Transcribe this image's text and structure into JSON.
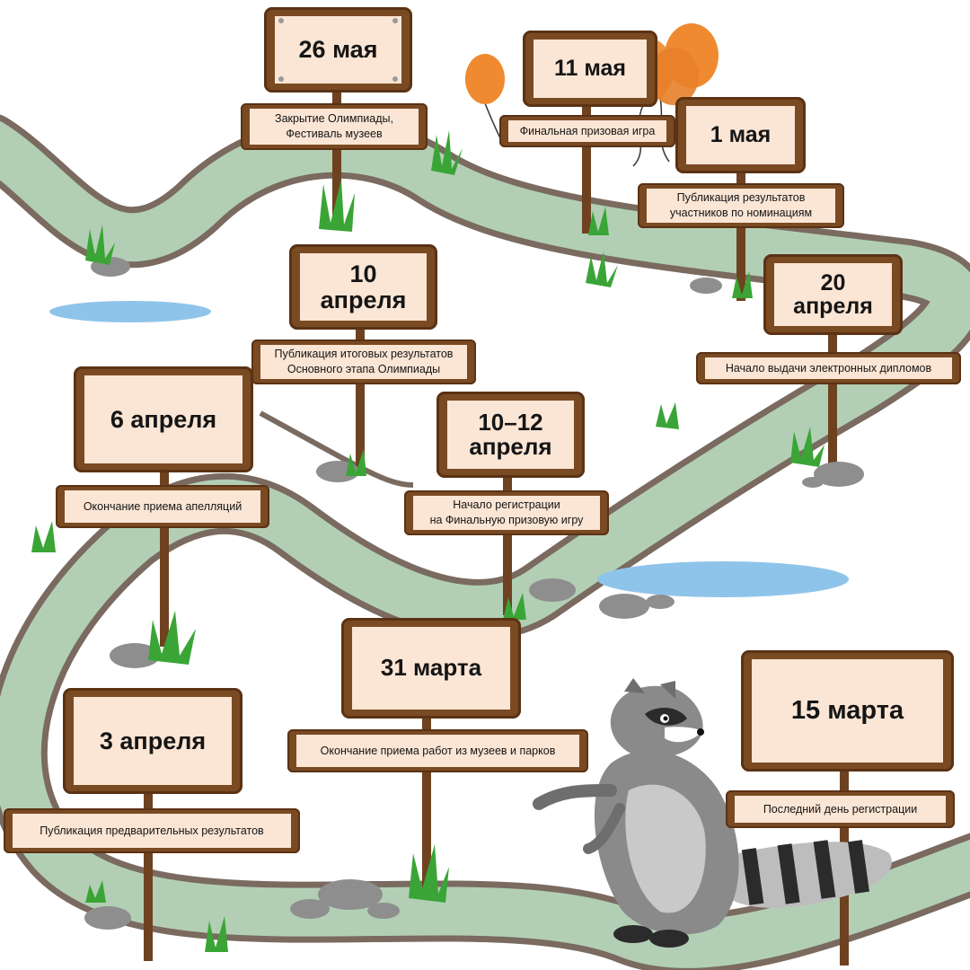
{
  "milestones": [
    {
      "date": "15 марта",
      "event": "Последний день регистрации"
    },
    {
      "date": "31 марта",
      "event": "Окончание приема работ из музеев и парков"
    },
    {
      "date": "3 апреля",
      "event": "Публикация предварительных результатов"
    },
    {
      "date": "6 апреля",
      "event": "Окончание приема апелляций"
    },
    {
      "date": "10–12 апреля",
      "event": "Начало регистрации\nна Финальную призовую игру"
    },
    {
      "date": "10 апреля",
      "event": "Публикация итоговых результатов\nОсновного этапа Олимпиады"
    },
    {
      "date": "20 апреля",
      "event": "Начало выдачи электронных дипломов"
    },
    {
      "date": "1 мая",
      "event": "Публикация результатов\nучастников по номинациям"
    },
    {
      "date": "11 мая",
      "event": "Финальная призовая игра"
    },
    {
      "date": "26 мая",
      "event": "Закрытие Олимпиады,\nФестиваль музеев"
    }
  ],
  "colors": {
    "path_fill": "#b2cfb5",
    "path_border": "#7a6a60",
    "wood": "#7a4a23",
    "wood_dark": "#5a3214",
    "board": "#fbe5d4",
    "water": "#8fc4ea",
    "balloon": "#ef8a30",
    "stone": "#8e8e8e",
    "grass": "#3aa536",
    "raccoon_grey": "#8a8a8a",
    "raccoon_dark": "#2b2b2b"
  },
  "icons": [
    "balloons-icon",
    "raccoon-icon",
    "grass-icon",
    "stone-icon",
    "pond-icon"
  ]
}
